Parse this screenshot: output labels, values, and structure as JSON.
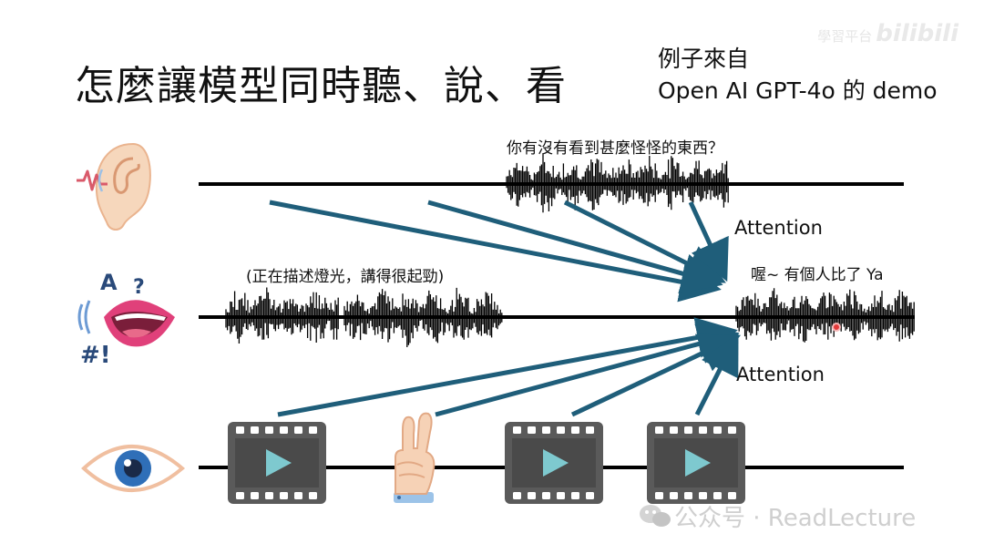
{
  "slide": {
    "title": "怎麼讓模型同時聽、說、看",
    "source_line1": "例子來自",
    "source_line2": "Open AI GPT-4o 的 demo",
    "watermark_text": "學習平台",
    "watermark_brand": "bilibili"
  },
  "tracks": [
    {
      "id": "listen",
      "icon": "ear-icon"
    },
    {
      "id": "speak",
      "icon": "talking-mouth-icon"
    },
    {
      "id": "see",
      "icon": "eye-icon"
    }
  ],
  "captions": {
    "user_question": "你有沒有看到甚麼怪怪的東西？",
    "model_describing": "(正在描述燈光，講得很起勁)",
    "model_reply": "喔~ 有個人比了 Ya"
  },
  "attention_labels": [
    "Attention",
    "Attention"
  ],
  "video_frames": [
    {
      "kind": "video",
      "icon": "video-clip-icon"
    },
    {
      "kind": "gesture",
      "icon": "peace-sign-hand-icon"
    },
    {
      "kind": "video",
      "icon": "video-clip-icon"
    },
    {
      "kind": "video",
      "icon": "video-clip-icon"
    }
  ],
  "footer": {
    "channel": "公众号 · ReadLecture",
    "icon": "wechat-icon"
  },
  "colors": {
    "arrow": "#1f5e7a",
    "line": "#000000",
    "film": "#5a5a5a",
    "play": "#7ec9cf"
  }
}
